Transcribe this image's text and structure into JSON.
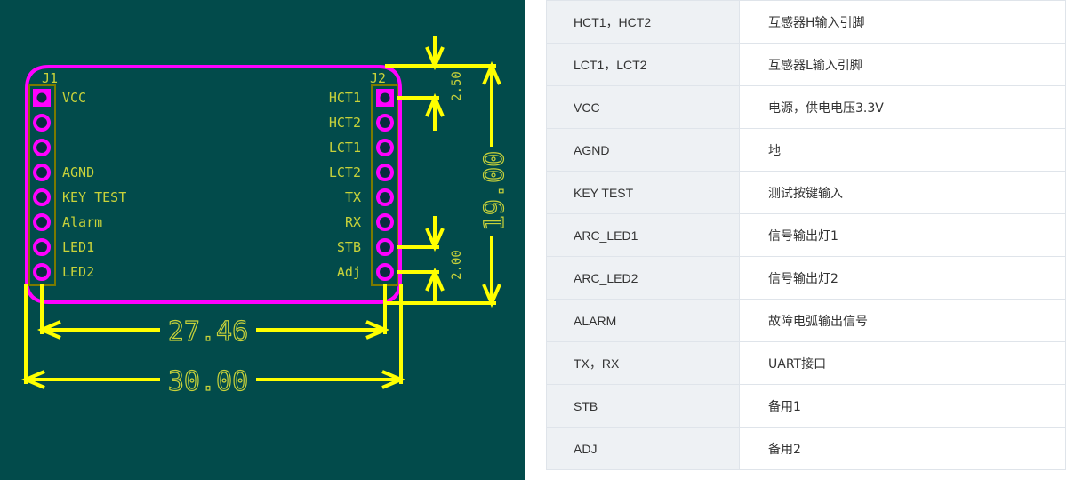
{
  "pcb": {
    "colors": {
      "background": "#024b4b",
      "outline": "#ff00ff",
      "pad": "#ff00ff",
      "hole": "#0a2a40",
      "silkscreen": "#c8d23a",
      "dimension": "#ffff00",
      "courtyard": "#7a7a00"
    },
    "j1": {
      "designator": "J1",
      "pins": [
        "VCC",
        "",
        "",
        "AGND",
        "KEY TEST",
        "Alarm",
        "LED1",
        "LED2"
      ]
    },
    "j2": {
      "designator": "J2",
      "pins": [
        "HCT1",
        "HCT2",
        "LCT1",
        "LCT2",
        "TX",
        "RX",
        "STB",
        "Adj"
      ]
    },
    "dimensions": {
      "pin_span": "27.46",
      "board_width": "30.00",
      "board_height": "19.00",
      "top_offset": "2.50",
      "bottom_offset": "2.00"
    }
  },
  "table": {
    "rows": [
      {
        "pin": "HCT1，HCT2",
        "desc": "互感器H输入引脚"
      },
      {
        "pin": "LCT1，LCT2",
        "desc": "互感器L输入引脚"
      },
      {
        "pin": "VCC",
        "desc": "电源，供电电压3.3V"
      },
      {
        "pin": "AGND",
        "desc": "地"
      },
      {
        "pin": "KEY  TEST",
        "desc": "测试按键输入"
      },
      {
        "pin": "ARC_LED1",
        "desc": "信号输出灯1"
      },
      {
        "pin": "ARC_LED2",
        "desc": "信号输出灯2"
      },
      {
        "pin": "ALARM",
        "desc": "故障电弧输出信号"
      },
      {
        "pin": "TX，RX",
        "desc": "UART接口"
      },
      {
        "pin": "STB",
        "desc": "备用1"
      },
      {
        "pin": "ADJ",
        "desc": "备用2"
      }
    ]
  }
}
